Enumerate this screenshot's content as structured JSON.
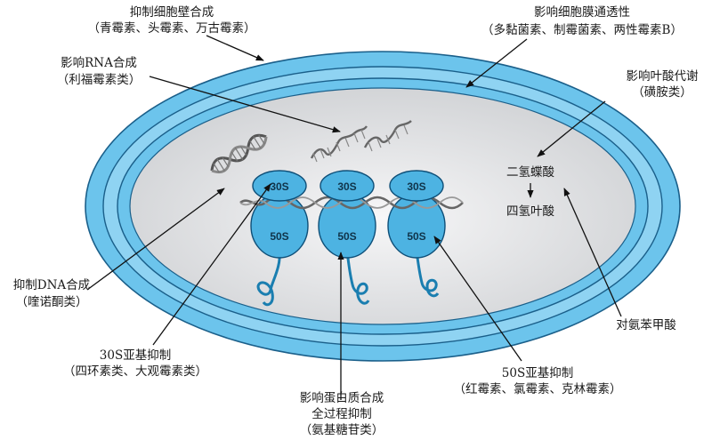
{
  "labels": {
    "cell_wall": {
      "title": "抑制细胞壁合成",
      "examples": "（青霉素、头霉素、万古霉素）"
    },
    "membrane": {
      "title": "影响细胞膜通透性",
      "examples": "（多黏菌素、制霉菌素、两性霉素B）"
    },
    "rna": {
      "title": "影响RNA合成",
      "examples": "（利福霉素类）"
    },
    "folate": {
      "title": "影响叶酸代谢",
      "examples": "（磺胺类）"
    },
    "dna": {
      "title": "抑制DNA合成",
      "examples": "（喹诺酮类）"
    },
    "paba": {
      "title": "对氨苯甲酸"
    },
    "sub30s": {
      "title": "30S亚基抑制",
      "examples": "（四环素类、大观霉素类）"
    },
    "sub50s": {
      "title": "50S亚基抑制",
      "examples": "（红霉素、氯霉素、克林霉素）"
    },
    "protein": {
      "line1": "影响蛋白质合成",
      "line2": "全过程抑制",
      "examples": "（氨基糖苷类）"
    }
  },
  "pathway": {
    "dhf": "二氢蝶酸",
    "thf": "四氢叶酸"
  },
  "ribosomes": [
    {
      "small": "30S",
      "large": "50S"
    },
    {
      "small": "30S",
      "large": "50S"
    },
    {
      "small": "30S",
      "large": "50S"
    }
  ],
  "colors": {
    "outer_wall": "#6cc4ec",
    "outer_stroke": "#1a5f8a",
    "cytoplasm": "#e2e3e5",
    "ribosome": "#4db3e2",
    "ribosome_stroke": "#0e4f78",
    "tail": "#1a7eb0"
  }
}
